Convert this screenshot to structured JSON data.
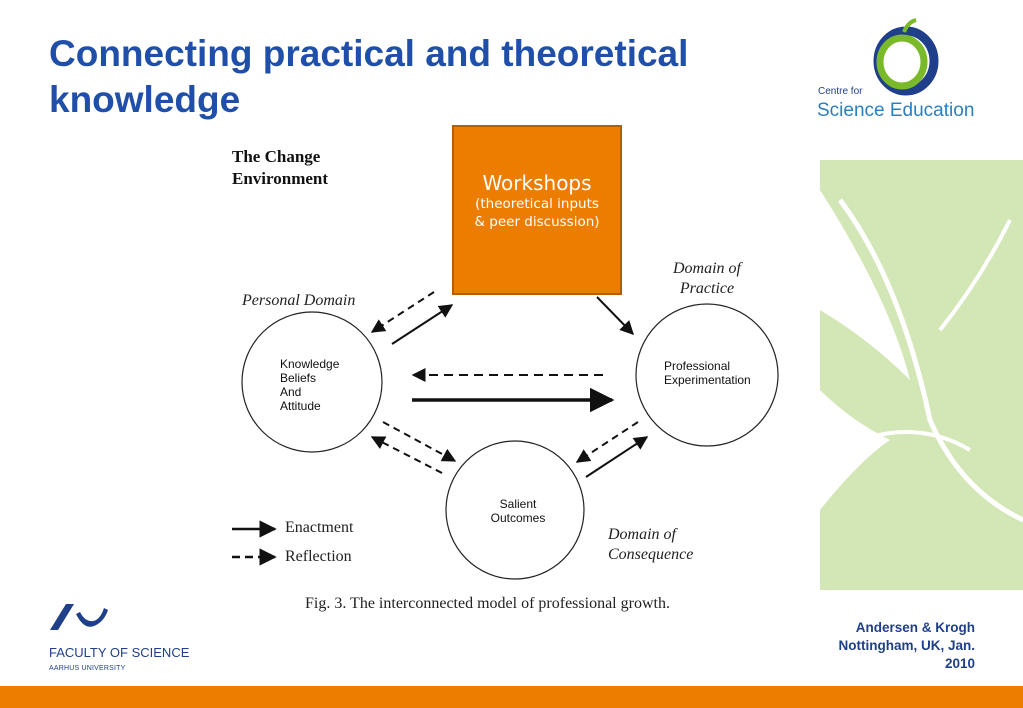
{
  "slide": {
    "title": "Connecting practical and theoretical knowledge"
  },
  "logo_cse": {
    "line1": "Centre for",
    "line2": "Science Education"
  },
  "diagram": {
    "heading": "The Change\nEnvironment",
    "workshop": {
      "title": "Workshops",
      "subtitle": "(theoretical inputs\n& peer discussion)"
    },
    "domains": {
      "personal": "Personal Domain",
      "practice": "Domain of\nPractice",
      "consequence": "Domain of\nConsequence"
    },
    "nodes": {
      "personal": "Knowledge\nBeliefs\nAnd\nAttitude",
      "practice": "Professional\nExperimentation",
      "consequence": "Salient\nOutcomes"
    },
    "legend": {
      "enactment": "Enactment",
      "reflection": "Reflection"
    },
    "caption": "Fig. 3.  The interconnected model of professional growth."
  },
  "footer": {
    "faculty": "FACULTY OF SCIENCE",
    "university": "AARHUS UNIVERSITY",
    "citation": "Andersen & Krogh\nNottingham, UK, Jan.\n2010"
  },
  "colors": {
    "title_blue": "#1f4fa9",
    "accent_orange": "#ed7d00",
    "leaf_green": "#c9dfa8"
  }
}
